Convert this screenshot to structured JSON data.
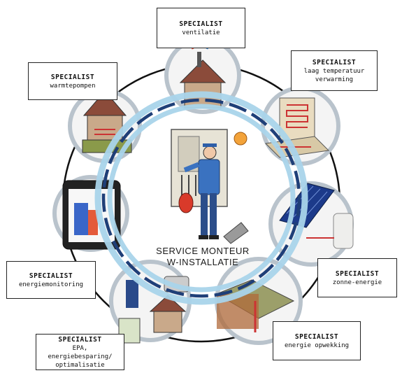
{
  "center": {
    "line1": "SERVICE MONTEUR",
    "line2": "W-INSTALLATIE"
  },
  "specialists": [
    {
      "id": "ventilatie",
      "title": "SPECIALIST",
      "sub": "ventilatie"
    },
    {
      "id": "laag-temperatuur",
      "title": "SPECIALIST",
      "sub": "laag temperatuur verwarming"
    },
    {
      "id": "warmtepompen",
      "title": "SPECIALIST",
      "sub": "warmtepompen"
    },
    {
      "id": "energiemonitoring",
      "title": "SPECIALIST",
      "sub": "energiemonitoring"
    },
    {
      "id": "zonne-energie",
      "title": "SPECIALIST",
      "sub": "zonne-energie"
    },
    {
      "id": "energie-opwekking",
      "title": "SPECIALIST",
      "sub": "energie opwekking"
    },
    {
      "id": "epa",
      "title": "SPECIALIST",
      "sub": "EPA, energiebesparing/ optimalisatie"
    }
  ],
  "colors": {
    "ring_light": "#a9d4ea",
    "ring_dark": "#1f3f78",
    "wheel_line": "#111111",
    "circle_fill": "#f4f4f4",
    "circle_stroke": "#b9c3cc"
  }
}
